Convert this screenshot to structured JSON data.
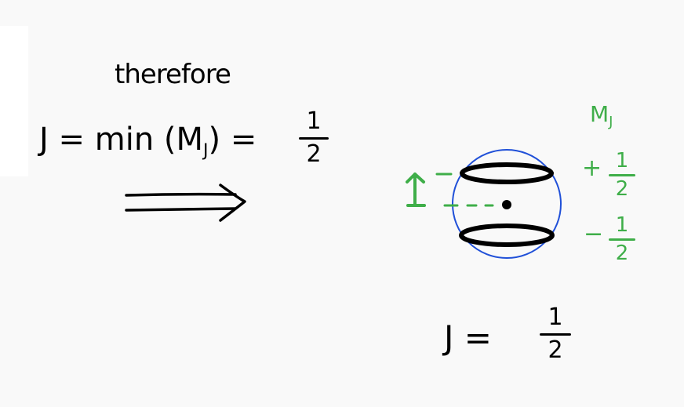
{
  "left": {
    "heading": "therefore",
    "equation_lhs": "J = min (M",
    "equation_sub": "J",
    "equation_close": ") =",
    "fraction_num": "1",
    "fraction_den": "2"
  },
  "right": {
    "mj_label": "M",
    "mj_sub": "J",
    "plus_sign": "+",
    "plus_num": "1",
    "plus_den": "2",
    "minus_sign": "−",
    "minus_num": "1",
    "minus_den": "2",
    "result_lhs": "J =",
    "result_num": "1",
    "result_den": "2"
  },
  "colors": {
    "ink": "#000000",
    "green": "#3fae49",
    "blue_circle": "#2050d8"
  }
}
